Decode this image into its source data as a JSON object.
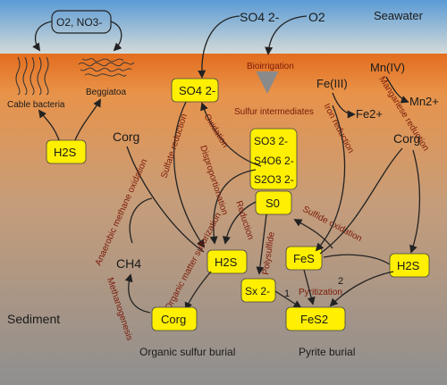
{
  "zones": {
    "seawater": "Seawater",
    "sediment": "Sediment"
  },
  "top": {
    "bubble": "O2, NO3-",
    "cable_bacteria": "Cable bacteria",
    "beggiatoa": "Beggiatoa",
    "so4_in": "SO4 2-",
    "o2_in": "O2"
  },
  "boxes": {
    "h2s_left": "H2S",
    "so4": "SO4 2-",
    "sulfur_intermediates_title": "Sulfur intermediates",
    "so3": "SO3 2-",
    "s4o6": "S4O6 2-",
    "s2o3": "S2O3 2-",
    "s0": "S0",
    "h2s_mid": "H2S",
    "fes": "FeS",
    "h2s_right": "H2S",
    "sx": "Sx 2-",
    "corg_box": "Corg",
    "fes2": "FeS2"
  },
  "labels": {
    "bioirrigation": "Bioirrigation",
    "fe3": "Fe(III)",
    "fe2": "Fe2+",
    "mn4": "Mn(IV)",
    "mn2": "Mn2+",
    "iron_reduction": "Iron reduction",
    "manganese_reduction": "Manganese reduction",
    "corg_left": "Corg",
    "corg_right": "Corg",
    "sulfate_reduction": "Sulfate reduction",
    "oxidation": "Oxidation",
    "disproportionation": "Disproportionation",
    "reduction": "Reduction",
    "anaerobic_methane_oxidation": "Anaerobic methane oxidation",
    "ch4": "CH4",
    "methanogenesis": "Methanogenesis",
    "organic_matter_sulfurization": "Organic matter sulfurization",
    "polysulfide": "Polysulfide",
    "sulfide_oxidation": "Sulfide oxidation",
    "pyritization": "Pyritization",
    "path1": "1",
    "path2": "2",
    "organic_sulfur_burial": "Organic sulfur burial",
    "pyrite_burial": "Pyrite burial"
  },
  "colors": {
    "box_fill": "#ffef00",
    "label_text": "#7a1a0a",
    "water_top": "#6ba7d9",
    "sediment_top": "#e8823a",
    "sediment_bottom": "#8a8a8a"
  }
}
